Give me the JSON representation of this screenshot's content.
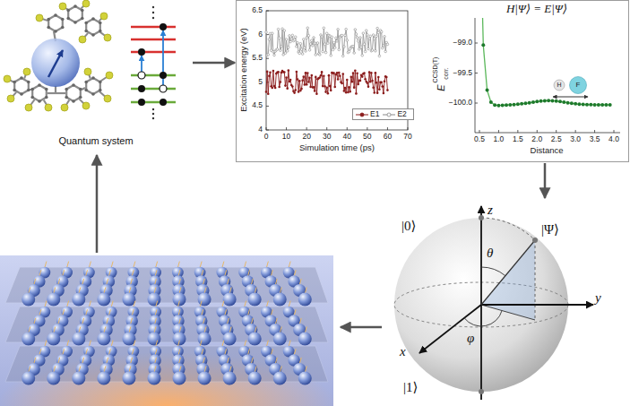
{
  "diagram": {
    "nodes": [
      {
        "text": [
          "Quantum system"
        ]
      },
      {
        "text": [
          "H|Ψ⟩ = E|Ψ⟩"
        ]
      },
      {
        "text": [
          "|0⟩",
          "z",
          "|Ψ⟩",
          "θ",
          "y",
          "x",
          "φ",
          "|1⟩"
        ]
      }
    ],
    "edges": [
      {
        "from": 0,
        "to": 1,
        "arrow": "to"
      },
      {
        "from": 1,
        "to": 2,
        "arrow": "to"
      }
    ],
    "labels": [
      "6.5",
      "6",
      "5.5",
      "5",
      "4.5",
      "4",
      "0",
      "10",
      "20",
      "30",
      "40",
      "50",
      "60",
      "70",
      "Excitation energy (eV)",
      "Simulation time (ps)",
      "−99.0",
      "−99.5",
      "−100.0",
      "0.5",
      "1.0",
      "1.5",
      "2.0",
      "2.5",
      "3.0",
      "3.5",
      "4.0",
      "E",
      "CCSD(T)",
      "corr.",
      "Distance",
      "H",
      "F"
    ],
    "legend": [
      {
        "text": "E1"
      },
      {
        "text": "E2"
      }
    ]
  }
}
